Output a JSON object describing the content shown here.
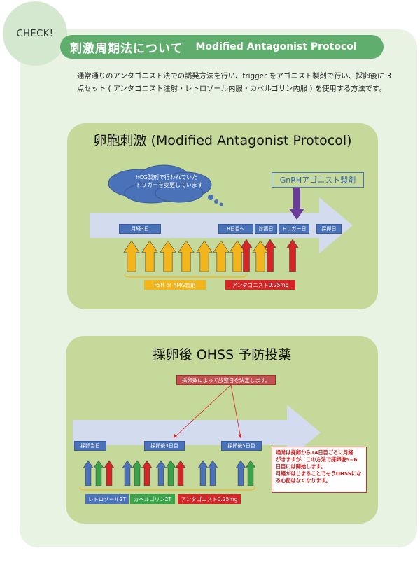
{
  "badge": {
    "label": "CHECK!"
  },
  "header": {
    "title": "刺激周期法について",
    "title_en": "Modified Antagonist Protocol"
  },
  "intro": "通常通りのアンタゴニスト法での誘発方法を行い、trigger をアゴニスト製剤で行い、採卵後に 3 点セット ( アンタゴニスト注射・レトロゾール内服・カベルゴリン内服 ) を使用する方法です。",
  "stimulation": {
    "title": "卵胞刺激 (Modified Antagonist Protocol)",
    "cloud": {
      "line1": "hCG製剤で行われていた",
      "line2": "トリガーを変更しています"
    },
    "gnrh_label": "GnRHアゴニスト製剤",
    "stages": [
      "月経3日",
      "8日目～",
      "診察日",
      "トリガー日",
      "採卵日"
    ],
    "legend": {
      "fsh": "FSH or hMG製剤",
      "antagonist": "アンタゴニスト0.25mg"
    },
    "colors": {
      "fsh": "#f2b51c",
      "antagonist": "#d42626",
      "agonist": "#6a3c9a",
      "arrow_band": "#d3dcef"
    }
  },
  "ohss": {
    "title": "採卵後 OHSS 予防投薬",
    "callout": "採卵数によって診察日を決定します。",
    "stages": [
      "採卵当日",
      "採卵後3日目",
      "採卵後5日目"
    ],
    "legend": {
      "letrozole": "レトロゾール2T",
      "cabergoline": "カベルゴリン2T",
      "antagonist": "アンタゴニスト0.25mg"
    },
    "note": {
      "line1": "通常は採卵から14日目ごろに月経",
      "line2": "がきますが、この方法で採卵後5~6",
      "line3": "日目には開始します。",
      "line4": "月経がはじまることでもうOHSSにな",
      "line5": "る心配はなくなります。"
    },
    "colors": {
      "letrozole": "#4a72b8",
      "cabergoline": "#3aa34a",
      "antagonist": "#d42626"
    }
  }
}
